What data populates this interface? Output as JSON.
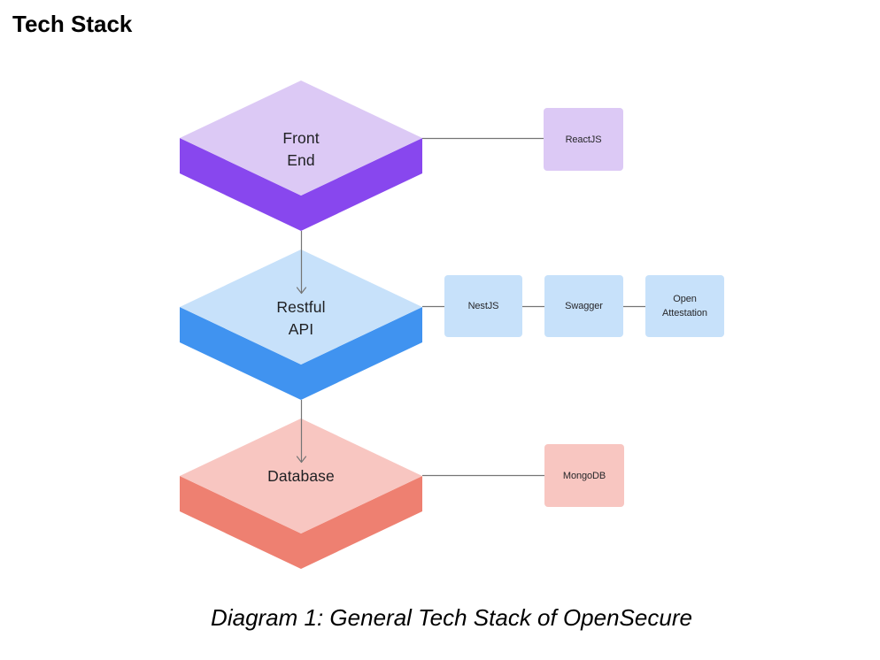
{
  "page": {
    "title": "Tech Stack",
    "caption": "Diagram 1: General Tech Stack of OpenSecure",
    "background_color": "#ffffff",
    "text_color": "#202124",
    "connector_color": "#7d7d7d"
  },
  "diagram": {
    "nodes": [
      {
        "id": "front-end",
        "lines": [
          "Front",
          "End"
        ],
        "top_color": "#dcc9f5",
        "side_color": "#8847ee"
      },
      {
        "id": "restful-api",
        "lines": [
          "Restful",
          "API"
        ],
        "top_color": "#c7e1fa",
        "side_color": "#4093f0"
      },
      {
        "id": "database",
        "lines": [
          "Database"
        ],
        "top_color": "#f8c6c1",
        "side_color": "#ee8071"
      }
    ],
    "boxes": [
      {
        "id": "reactjs",
        "lines": [
          "ReactJS"
        ],
        "fill": "#dcc9f5"
      },
      {
        "id": "nestjs",
        "lines": [
          "NestJS"
        ],
        "fill": "#c7e1fa"
      },
      {
        "id": "swagger",
        "lines": [
          "Swagger"
        ],
        "fill": "#c7e1fa"
      },
      {
        "id": "open-attestation",
        "lines": [
          "Open",
          "Attestation"
        ],
        "fill": "#c7e1fa"
      },
      {
        "id": "mongodb",
        "lines": [
          "MongoDB"
        ],
        "fill": "#f8c6c1"
      }
    ]
  }
}
